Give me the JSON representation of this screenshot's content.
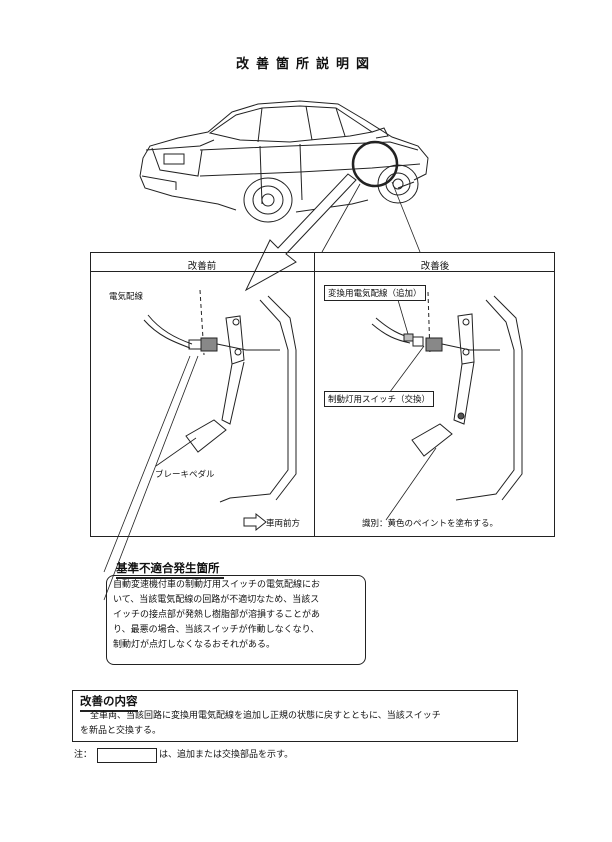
{
  "title": "改善箇所説明図",
  "before": {
    "heading": "改善前",
    "wire_label": "電気配線",
    "pedal_label": "ブレーキペダル",
    "direction_label": "車両前方"
  },
  "after": {
    "heading": "改善後",
    "wire_label": "変換用電気配線（追加）",
    "switch_label": "制動灯用スイッチ（交換）",
    "id_note": "識別：黄色のペイントを塗布する。"
  },
  "defect": {
    "heading": "基準不適合発生箇所",
    "lines": [
      "自動変速機付車の制動灯用スイッチの電気配線にお",
      "いて、当該電気配線の回路が不適切なため、当該ス",
      "イッチの接点部が発熱し樹脂部が溶損することがあ",
      "り、最悪の場合、当該スイッチが作動しなくなり、",
      "制動灯が点灯しなくなるおそれがある。"
    ]
  },
  "improvement": {
    "heading": "改善の内容",
    "lines": [
      "全車両、当該回路に変換用電気配線を追加し正規の状態に戻すとともに、当該スイッチ",
      "を新品と交換する。"
    ]
  },
  "note": {
    "prefix": "注：",
    "suffix": "は、追加または交換部品を示す。"
  }
}
